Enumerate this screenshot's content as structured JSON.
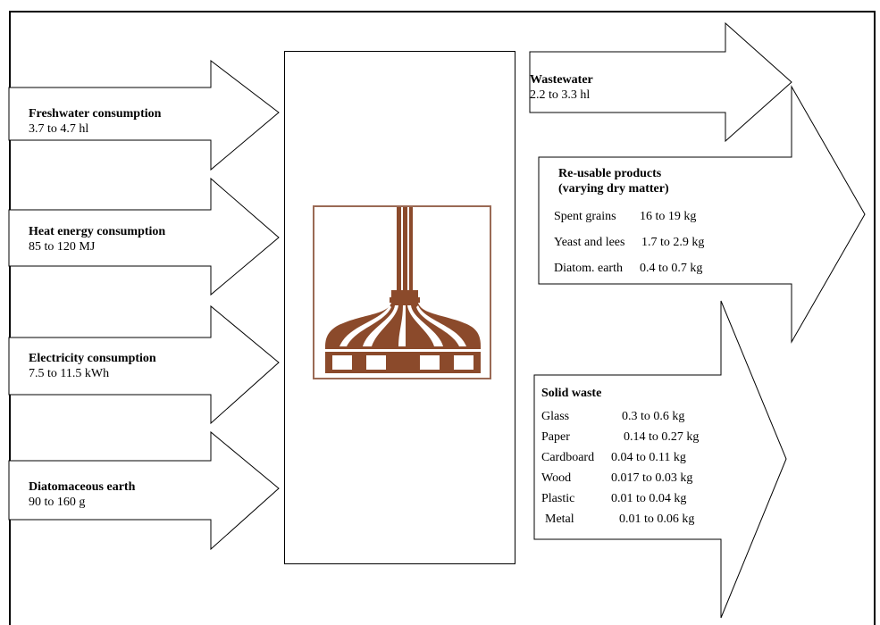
{
  "inputs": [
    {
      "title": "Freshwater consumption",
      "value": "3.7 to 4.7 hl"
    },
    {
      "title": "Heat energy consumption",
      "value": "85  to 120 MJ"
    },
    {
      "title": "Electricity consumption",
      "value": "7.5 to 11.5 kWh"
    },
    {
      "title": "Diatomaceous earth",
      "value": "90 to 160 g"
    }
  ],
  "wastewater": {
    "title": "Wastewater",
    "value": "2.2 to 3.3 hl"
  },
  "reusable": {
    "title_line1": "Re-usable products",
    "title_line2": "(varying dry matter)",
    "items": [
      {
        "name": "Spent grains",
        "value": "16 to 19 kg"
      },
      {
        "name": "Yeast and lees",
        "value": "1.7 to 2.9 kg"
      },
      {
        "name": "Diatom. earth",
        "value": "0.4 to 0.7 kg"
      }
    ]
  },
  "solid_waste": {
    "title": "Solid waste",
    "items": [
      {
        "name": "Glass",
        "value": "0.3 to 0.6 kg"
      },
      {
        "name": "Paper",
        "value": "0.14 to 0.27 kg"
      },
      {
        "name": "Cardboard",
        "value": "0.04 to 0.11 kg"
      },
      {
        "name": "Wood",
        "value": "0.017 to 0.03 kg"
      },
      {
        "name": "Plastic",
        "value": "0.01 to 0.04 kg"
      },
      {
        "name": "Metal",
        "value": "0.01 to 0.06 kg"
      }
    ]
  },
  "colors": {
    "vessel": "#8b4a2b",
    "vessel_border": "#9a6a55"
  },
  "icons": {
    "vessel": "brewhouse-kettle-icon"
  }
}
